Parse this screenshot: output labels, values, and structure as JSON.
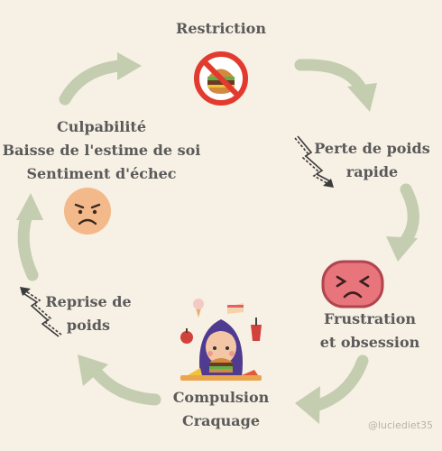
{
  "stages": {
    "restriction": {
      "label": "Restriction"
    },
    "perte": {
      "line1": "Perte de poids",
      "line2": "rapide"
    },
    "frustration": {
      "line1": "Frustration",
      "line2": "et obsession"
    },
    "compulsion": {
      "line1": "Compulsion",
      "line2": "Craquage"
    },
    "reprise": {
      "line1": "Reprise de",
      "line2": "poids"
    },
    "culpabilite": {
      "line1": "Culpabilité",
      "line2": "Baisse de l'estime de soi",
      "line3": "Sentiment d'échec"
    }
  },
  "watermark": "@luciediet35",
  "colors": {
    "background": "#f7f0e4",
    "arrow": "#c4cdb0",
    "text": "#5a5a5a",
    "no_sign": "#e23a2e",
    "sad_face": "#f4b98a",
    "angry_face": "#e8747c"
  }
}
